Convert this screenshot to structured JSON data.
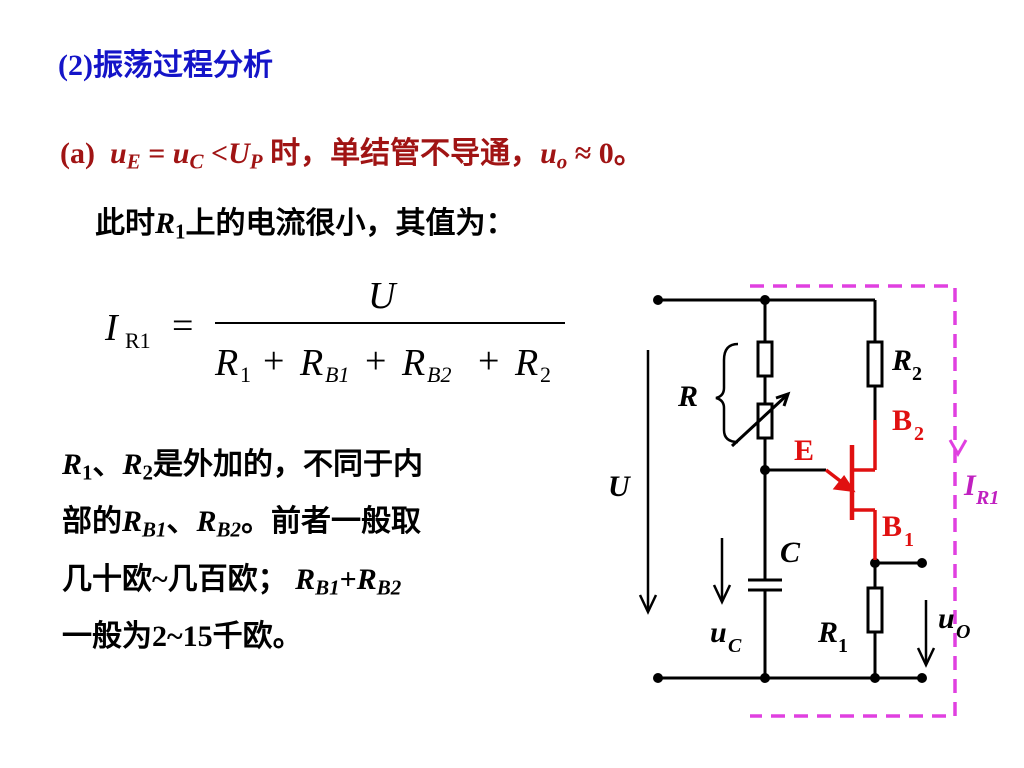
{
  "title": "(2)振荡过程分析",
  "line_a": {
    "prefix": "(a)",
    "u": "u",
    "sub_E": "E",
    "eq": "=",
    "sub_C": "C",
    "lt": "<",
    "U": "U",
    "sub_P": "P",
    "text1": "时，单结管不导通，",
    "sub_o": "o",
    "approx": "≈ 0。"
  },
  "line_b": {
    "text1": "此时",
    "R": "R",
    "sub_1": "1",
    "text2": "上的电流很小，其值为："
  },
  "formula": {
    "lhs_I": "I",
    "lhs_sub": "R1",
    "eq": "=",
    "numerator": "U",
    "R": "R",
    "s1": "1",
    "sB1": "B1",
    "sB2": "B2",
    "s2": "2",
    "plus": "+"
  },
  "paragraph": {
    "R": "R",
    "s1": "1",
    "sep": "、",
    "s2": "2",
    "t1": "是外加的，不同于内",
    "t2": "部的",
    "sB1": "B1",
    "sB2": "B2",
    "t3": "。前者一般取",
    "t4": "几十欧~几百欧；",
    "plus": "+",
    "t5": "一般为2~15千欧。"
  },
  "circuit": {
    "R": "R",
    "R2": "R",
    "R2_sub": "2",
    "B2": "B",
    "B2_sub": "2",
    "E": "E",
    "U": "U",
    "I": "I",
    "I_sub": "R1",
    "B1": "B",
    "B1_sub": "1",
    "C": "C",
    "uC": "u",
    "uC_sub": "C",
    "R1": "R",
    "R1_sub": "1",
    "uO": "u",
    "uO_sub": "O"
  },
  "colors": {
    "title": "#1414c8",
    "highlight": "#a01414",
    "transistor": "#e01010",
    "dashed_box": "#e040e0"
  }
}
